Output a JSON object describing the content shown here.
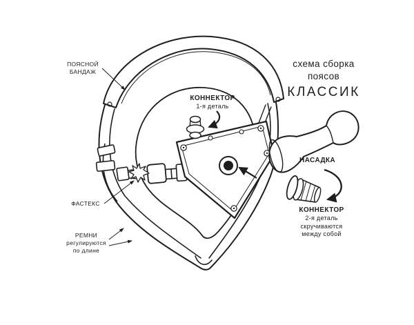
{
  "title": {
    "line1": "схема сборка",
    "line2": "поясов",
    "line3": "КЛАССИК"
  },
  "labels": {
    "waist_band": {
      "line1": "ПОЯСНОЙ",
      "line2": "БАНДАЖ"
    },
    "connector_1": {
      "name": "КОННЕКТОР",
      "detail": "1-я деталь"
    },
    "attachment": {
      "name": "НАСАДКА"
    },
    "fastex": {
      "name": "ФАСТЕКС"
    },
    "straps": {
      "line1": "РЕМНИ",
      "line2": "регулируются",
      "line3": "по длине"
    },
    "connector_2": {
      "name": "КОННЕКТОР",
      "line1": "2-я деталь",
      "line2": "скручиваются",
      "line3": "между собой"
    }
  },
  "colors": {
    "ink": "#1e1e1e",
    "background": "#ffffff"
  }
}
